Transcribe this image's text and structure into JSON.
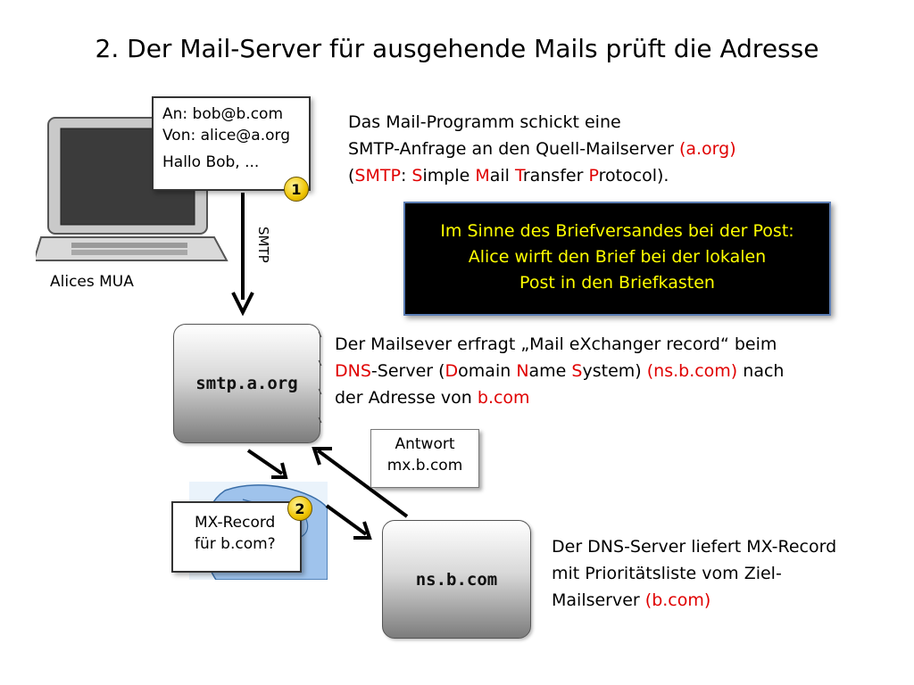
{
  "title": "2. Der Mail-Server für ausgehende Mails prüft die Adresse",
  "mua": {
    "caption": "Alices MUA",
    "note_lines": [
      "An: bob@b.com",
      "Von: alice@a.org",
      "Hallo Bob, ..."
    ],
    "step": "1"
  },
  "arrow_label": "SMTP",
  "para1": {
    "line1": "Das Mail-Programm schickt eine",
    "line2a": "SMTP-Anfrage an den Quell-Mailserver ",
    "line2b": "(a.org)",
    "line3": [
      "(",
      "SMTP",
      ": ",
      "S",
      "imple ",
      "M",
      "ail ",
      "T",
      "ransfer ",
      "P",
      "rotocol)."
    ]
  },
  "callout_lines": [
    "Im Sinne des Briefversandes bei der Post:",
    "Alice wirft den Brief bei der lokalen",
    "Post in den Briefkasten"
  ],
  "server1": "smtp.a.org",
  "server2": "ns.b.com",
  "para2": {
    "line1": "Der Mailsever erfragt „Mail eXchanger record“ beim",
    "line2": [
      "DNS",
      "-Server (",
      "D",
      "omain ",
      "N",
      "ame ",
      "S",
      "ystem)  ",
      "(ns.b.com)",
      " nach"
    ],
    "line3a": "der Adresse von ",
    "line3b": "b.com"
  },
  "answer_lines": [
    "Antwort",
    "mx.b.com"
  ],
  "mx_note": {
    "lines": [
      "MX-Record",
      "für b.com?"
    ],
    "step": "2"
  },
  "para3": {
    "line1": "Der DNS-Server liefert MX-Record",
    "line2": "mit Prioritätsliste vom Ziel-",
    "line3a": "Mailserver ",
    "line3b": "(b.com)"
  },
  "colors": {
    "highlight": "#e00000",
    "callout_text": "#ffff00",
    "callout_bg": "#000000"
  }
}
